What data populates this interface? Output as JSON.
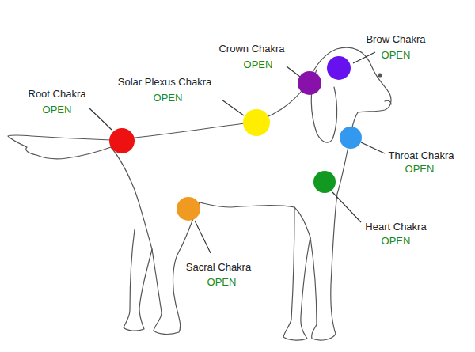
{
  "diagram": {
    "labels": [
      "Brow Chakra",
      "OPEN",
      "Crown Chakra",
      "OPEN",
      "Solar Plexus Chakra",
      "OPEN",
      "Root Chakra",
      "OPEN",
      "Throat Chakra",
      "OPEN",
      "Heart Chakra",
      "OPEN",
      "Sacral Chakra",
      "OPEN"
    ]
  }
}
